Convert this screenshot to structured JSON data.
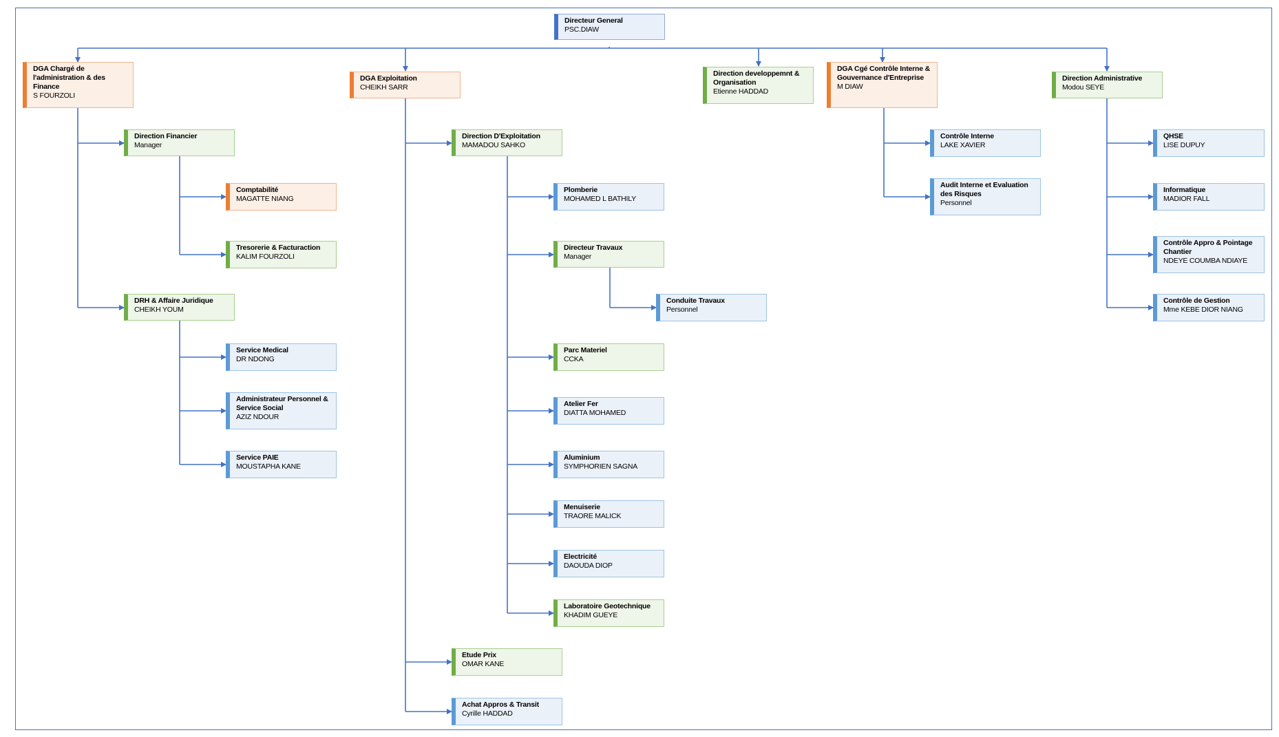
{
  "colors": {
    "connector": "#4472c4",
    "frame": "#4a6fb4",
    "orange": "#ed7d31",
    "green": "#70ad47",
    "blue": "#5b9bd5",
    "navy": "#4472c4"
  },
  "nodes": {
    "dg": {
      "title": "Directeur General",
      "person": "PSC.DIAW"
    },
    "dga_af": {
      "title": "DGA Chargé de l'administration & des Finance",
      "person": "S FOURZOLI"
    },
    "dga_exp": {
      "title": "DGA Exploitation",
      "person": "CHEIKH SARR"
    },
    "dir_dev": {
      "title": "Direction developpemnt & Organisation",
      "person": "Etienne HADDAD"
    },
    "dga_ci": {
      "title": "DGA Cgé Contrôle Interne & Gouvernance d'Entreprise",
      "person": "M DIAW"
    },
    "dir_adm": {
      "title": "Direction Administrative",
      "person": "Modou SEYE"
    },
    "dir_fin": {
      "title": "Direction Financier",
      "person": "Manager"
    },
    "compta": {
      "title": "Comptabilité",
      "person": "MAGATTE NIANG"
    },
    "treso": {
      "title": "Tresorerie & Facturaction",
      "person": "KALIM FOURZOLI"
    },
    "drh": {
      "title": "DRH & Affaire Juridique",
      "person": "CHEIKH YOUM"
    },
    "svc_med": {
      "title": "Service Medical",
      "person": "DR NDONG"
    },
    "admin_pers": {
      "title": "Administrateur Personnel & Service Social",
      "person": "AZIZ NDOUR"
    },
    "svc_paie": {
      "title": "Service PAIE",
      "person": "MOUSTAPHA KANE"
    },
    "dir_expl": {
      "title": "Direction D'Exploitation",
      "person": "MAMADOU SAHKO"
    },
    "plomberie": {
      "title": "Plomberie",
      "person": "MOHAMED L BATHILY"
    },
    "dir_trav": {
      "title": "Directeur Travaux",
      "person": "Manager"
    },
    "cond_trav": {
      "title": "Conduite Travaux",
      "person": "Personnel"
    },
    "parc": {
      "title": "Parc Materiel",
      "person": "CCKA"
    },
    "atelier": {
      "title": "Atelier Fer",
      "person": "DIATTA MOHAMED"
    },
    "alu": {
      "title": "Aluminium",
      "person": "SYMPHORIEN SAGNA"
    },
    "menuis": {
      "title": "Menuiserie",
      "person": "TRAORE MALICK"
    },
    "elec": {
      "title": "Electricité",
      "person": "DAOUDA DIOP"
    },
    "labo": {
      "title": "Laboratoire Geotechnique",
      "person": "KHADIM GUEYE"
    },
    "etude": {
      "title": "Etude Prix",
      "person": "OMAR KANE"
    },
    "achat": {
      "title": "Achat Appros & Transit",
      "person": "Cyrille HADDAD"
    },
    "ctrl_int": {
      "title": "Contrôle  Interne",
      "person": "LAKE XAVIER"
    },
    "audit": {
      "title": "Audit Interne et Evaluation des Risques",
      "person": "Personnel"
    },
    "qhse": {
      "title": "QHSE",
      "person": "LISE DUPUY"
    },
    "info": {
      "title": "Informatique",
      "person": "MADIOR FALL"
    },
    "ctrl_app": {
      "title": "Contrôle Appro & Pointage Chantier",
      "person": "NDEYE COUMBA NDIAYE"
    },
    "ctrl_gest": {
      "title": "Contrôle de Gestion",
      "person": "Mme KEBE DIOR NIANG"
    }
  }
}
